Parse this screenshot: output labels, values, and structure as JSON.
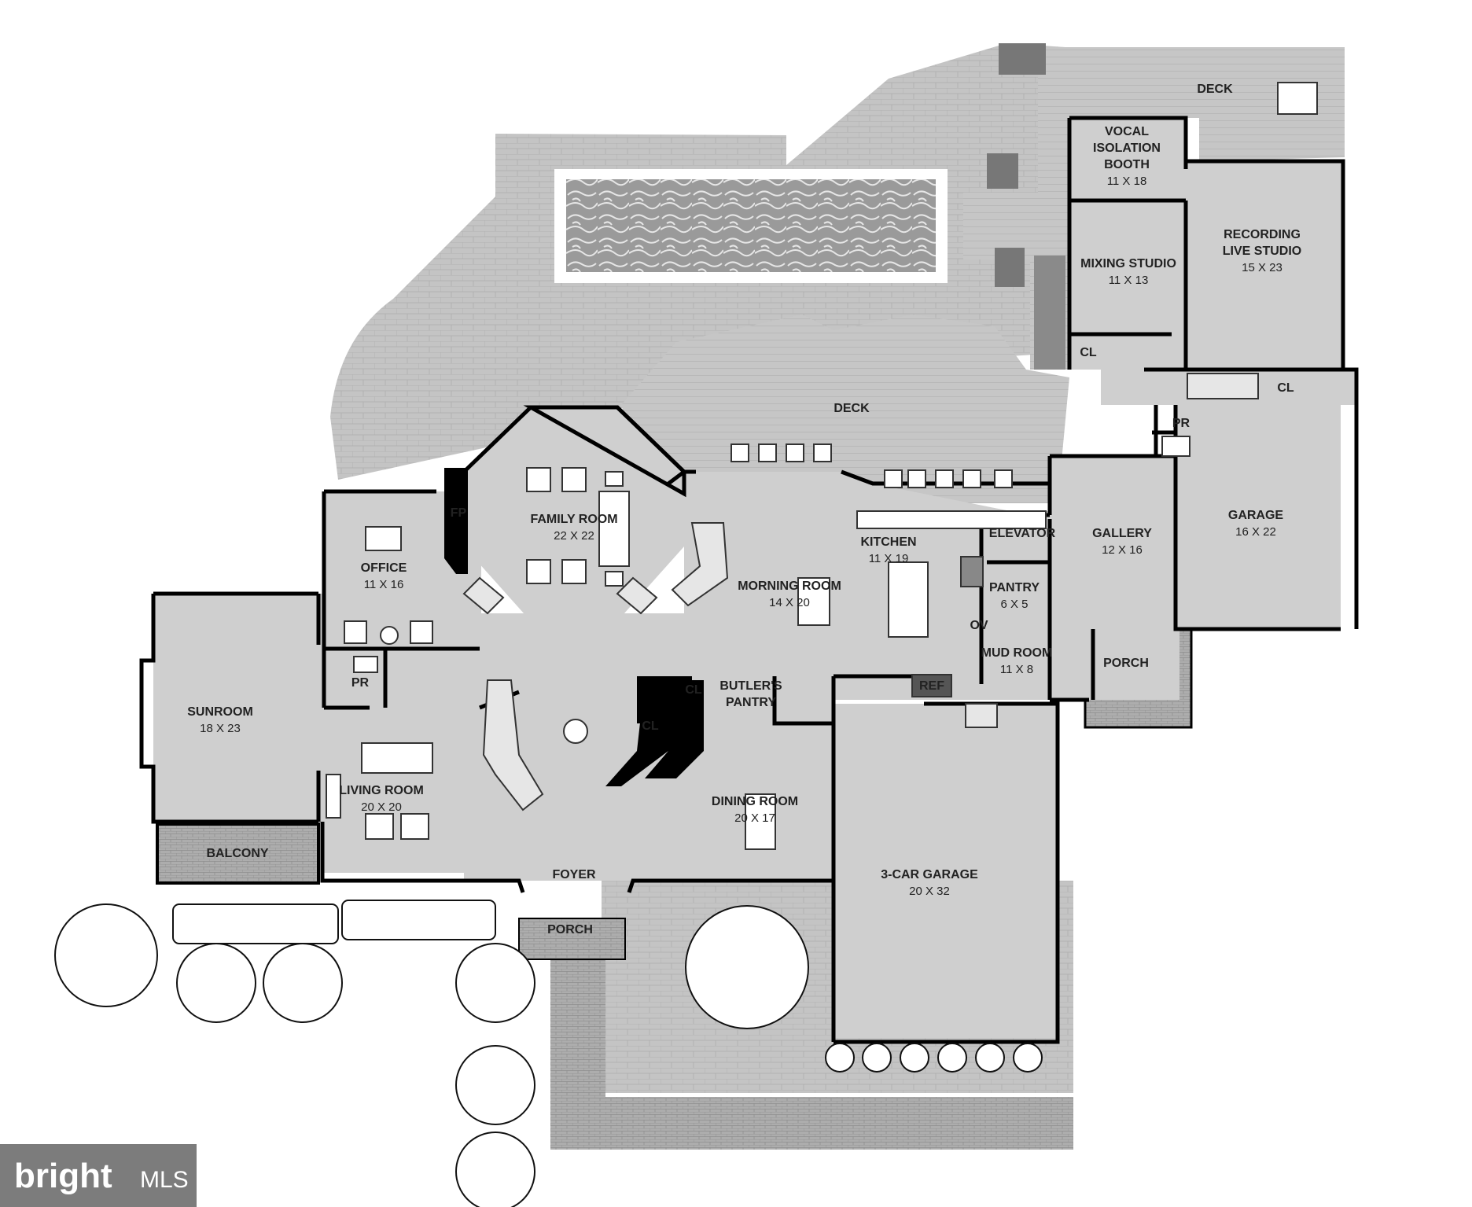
{
  "rooms": [
    {
      "id": "deck-top",
      "name": "DECK",
      "dims": ""
    },
    {
      "id": "vocal-booth",
      "name": "VOCAL|ISOLATION|BOOTH",
      "dims": "11 X 18"
    },
    {
      "id": "mixing-studio",
      "name": "MIXING STUDIO",
      "dims": "11 X 13"
    },
    {
      "id": "recording-studio",
      "name": "RECORDING|LIVE STUDIO",
      "dims": "15 X 23"
    },
    {
      "id": "deck-main",
      "name": "DECK",
      "dims": ""
    },
    {
      "id": "family-room",
      "name": "FAMILY ROOM",
      "dims": "22 X 22"
    },
    {
      "id": "office",
      "name": "OFFICE",
      "dims": "11 X 16"
    },
    {
      "id": "kitchen",
      "name": "KITCHEN",
      "dims": "11 X 19"
    },
    {
      "id": "morning-room",
      "name": "MORNING ROOM",
      "dims": "14 X 20"
    },
    {
      "id": "elevator",
      "name": "ELEVATOR",
      "dims": ""
    },
    {
      "id": "gallery",
      "name": "GALLERY",
      "dims": "12 X 16"
    },
    {
      "id": "garage",
      "name": "GARAGE",
      "dims": "16 X 22"
    },
    {
      "id": "pantry",
      "name": "PANTRY",
      "dims": "6 X 5"
    },
    {
      "id": "mud-room",
      "name": "MUD ROOM",
      "dims": "11 X 8"
    },
    {
      "id": "porch-east",
      "name": "PORCH",
      "dims": ""
    },
    {
      "id": "sunroom",
      "name": "SUNROOM",
      "dims": "18 X 23"
    },
    {
      "id": "living-room",
      "name": "LIVING ROOM",
      "dims": "20 X 20"
    },
    {
      "id": "dining-room",
      "name": "DINING ROOM",
      "dims": "20 X 17"
    },
    {
      "id": "butlers-pantry",
      "name": "BUTLER'S|PANTRY",
      "dims": ""
    },
    {
      "id": "three-car-garage",
      "name": "3-CAR GARAGE",
      "dims": "20 X 32"
    },
    {
      "id": "foyer",
      "name": "FOYER",
      "dims": ""
    },
    {
      "id": "porch-front",
      "name": "PORCH",
      "dims": ""
    },
    {
      "id": "balcony",
      "name": "BALCONY",
      "dims": ""
    }
  ],
  "small_labels": [
    {
      "id": "cl-studio",
      "text": "CL"
    },
    {
      "id": "cl-stair",
      "text": "CL"
    },
    {
      "id": "pr-garage",
      "text": "PR"
    },
    {
      "id": "fp",
      "text": "FP"
    },
    {
      "id": "ov",
      "text": "OV"
    },
    {
      "id": "pr-office",
      "text": "PR"
    },
    {
      "id": "cl-foyer-1",
      "text": "CL"
    },
    {
      "id": "cl-foyer-2",
      "text": "CL"
    },
    {
      "id": "ref",
      "text": "REF"
    }
  ],
  "watermark": {
    "brand": "bright",
    "suffix": "MLS"
  },
  "colors": {
    "floor": "#cfcfcf",
    "wall": "#000000",
    "patio": "#bdbdbd",
    "deck": "#c2c2c2",
    "brick": "#a9a9a9",
    "pool_border": "#ffffff",
    "pool_water": "#a8a8a8",
    "tree": "#ffffff"
  }
}
